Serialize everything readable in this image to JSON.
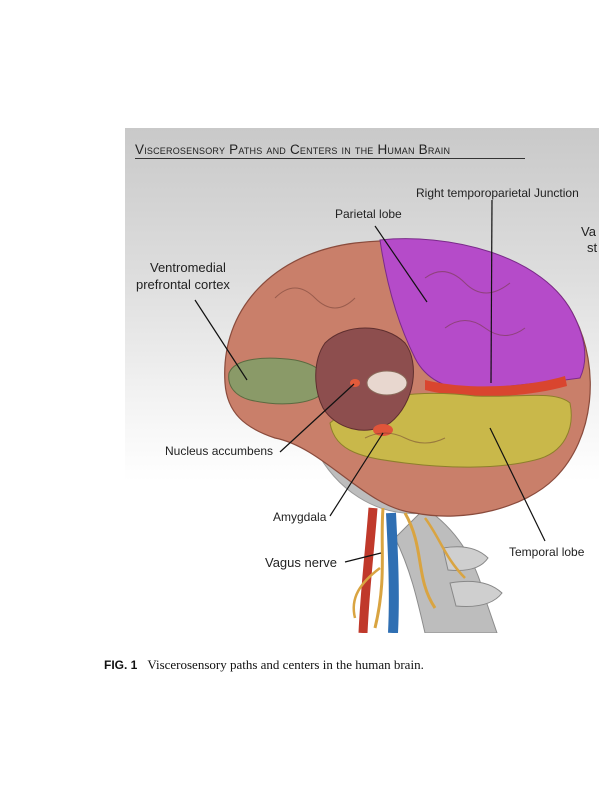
{
  "figure": {
    "title": "Viscerosensory Paths and Centers in the Human Brain",
    "labels": {
      "right_tpj": "Right temporoparietal Junction",
      "parietal_lobe": "Parietal lobe",
      "vmpfc_line1": "Ventromedial",
      "vmpfc_line2": "prefrontal cortex",
      "nucleus_accumbens": "Nucleus accumbens",
      "amygdala": "Amygdala",
      "vagus_nerve": "Vagus nerve",
      "temporal_lobe": "Temporal lobe",
      "cut_right_line1": "Va",
      "cut_right_line2": "st"
    },
    "colors": {
      "parietal": "#b54bc9",
      "temporal": "#c9b84a",
      "frontal": "#c97f6a",
      "prefrontal": "#8a9a68",
      "tpj": "#d9452f",
      "artery": "#c0392b",
      "vein": "#2f6fb3",
      "nerve": "#d9a441"
    }
  },
  "caption": {
    "fig_number": "FIG. 1",
    "text": "Viscerosensory paths and centers in the human brain."
  }
}
